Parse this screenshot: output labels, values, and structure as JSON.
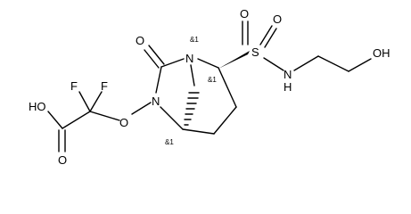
{
  "molecule": {
    "atoms": {
      "f1": "F",
      "f2": "F",
      "ho_acid": "HO",
      "o_carbonyl_acid": "O",
      "o_ether": "O",
      "n_hydroxamate": "N",
      "n_bridgehead": "N",
      "o_urea": "O",
      "s": "S",
      "o_sulfonyl_1": "O",
      "o_sulfonyl_2": "O",
      "nh_sulfonamide": "N",
      "h_sulfonamide": "H",
      "oh_terminal": "OH"
    },
    "stereo_labels": {
      "n_bridgehead": "&1",
      "c_sulfonyl": "&1",
      "c_bridgehead": "&1"
    }
  }
}
